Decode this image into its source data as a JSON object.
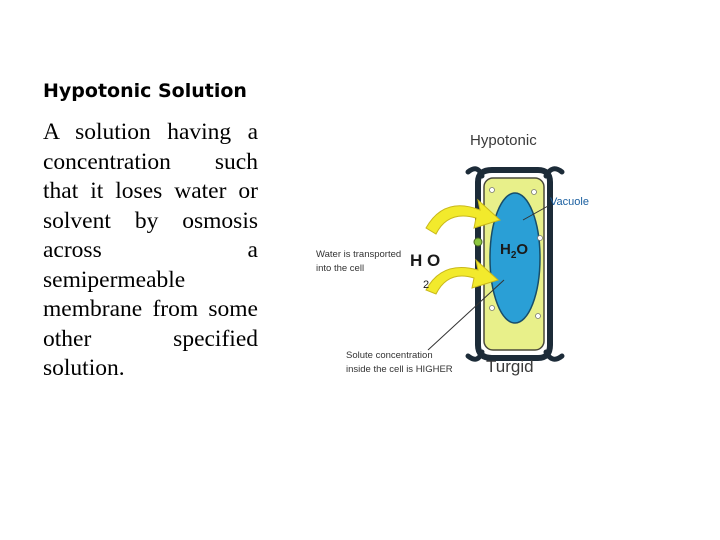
{
  "slide": {
    "heading": "Hypotonic Solution",
    "body": "A solution having a concentration such that it loses water or solvent by osmosis across a semipermeable membrane from some other specified solution."
  },
  "diagram": {
    "title": "Hypotonic",
    "vacuole_label": "Vacuole",
    "water_label_line1": "Water is transported",
    "water_label_line2": "into the cell",
    "outside_formula_main": "H O",
    "outside_formula_sub": "2",
    "inside_formula_main": "H",
    "inside_formula_sub": "2",
    "inside_formula_end": "O",
    "solute_label_line1": "Solute concentration",
    "solute_label_line2": "inside the cell is HIGHER",
    "state_label": "Turgid",
    "colors": {
      "cell_wall": "#1c2b38",
      "cytoplasm": "#e8f08a",
      "vacuole": "#2a9fd6",
      "arrow": "#f2ea2c",
      "chloroplast": "#8cc63f"
    }
  }
}
